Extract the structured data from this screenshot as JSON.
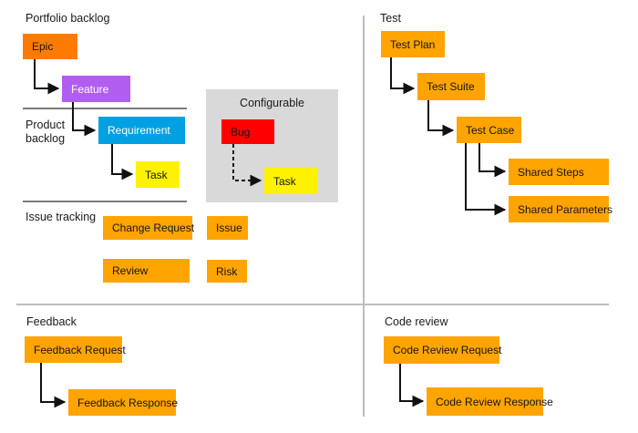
{
  "colors": {
    "epic_orange": "#FF7B00",
    "orange": "#FFA400",
    "purple": "#B15EF0",
    "blue": "#00A0E3",
    "yellow": "#FFF200",
    "red": "#FF0000",
    "panel_gray": "#D9D9D9",
    "divider_dark": "#7A7A7A",
    "divider_light": "#BDBDBD",
    "text": "#1A1A1A"
  },
  "sections": {
    "portfolio_backlog": {
      "heading": "Portfolio backlog"
    },
    "product_backlog": {
      "heading": "Product backlog"
    },
    "issue_tracking": {
      "heading": "Issue tracking"
    },
    "configurable": {
      "heading": "Configurable"
    },
    "test": {
      "heading": "Test"
    },
    "feedback": {
      "heading": "Feedback"
    },
    "code_review": {
      "heading": "Code review"
    }
  },
  "nodes": {
    "epic": {
      "label": "Epic"
    },
    "feature": {
      "label": "Feature"
    },
    "requirement": {
      "label": "Requirement"
    },
    "task_product": {
      "label": "Task"
    },
    "bug": {
      "label": "Bug"
    },
    "task_configurable": {
      "label": "Task"
    },
    "change_request": {
      "label": "Change Request"
    },
    "issue": {
      "label": "Issue"
    },
    "review": {
      "label": "Review"
    },
    "risk": {
      "label": "Risk"
    },
    "test_plan": {
      "label": "Test Plan"
    },
    "test_suite": {
      "label": "Test Suite"
    },
    "test_case": {
      "label": "Test Case"
    },
    "shared_steps": {
      "label": "Shared Steps"
    },
    "shared_parameters": {
      "label": "Shared Parameters"
    },
    "feedback_request": {
      "label": "Feedback Request"
    },
    "feedback_response": {
      "label": "Feedback Response"
    },
    "code_review_request": {
      "label": "Code Review Request"
    },
    "code_review_response": {
      "label": "Code Review Response"
    }
  }
}
